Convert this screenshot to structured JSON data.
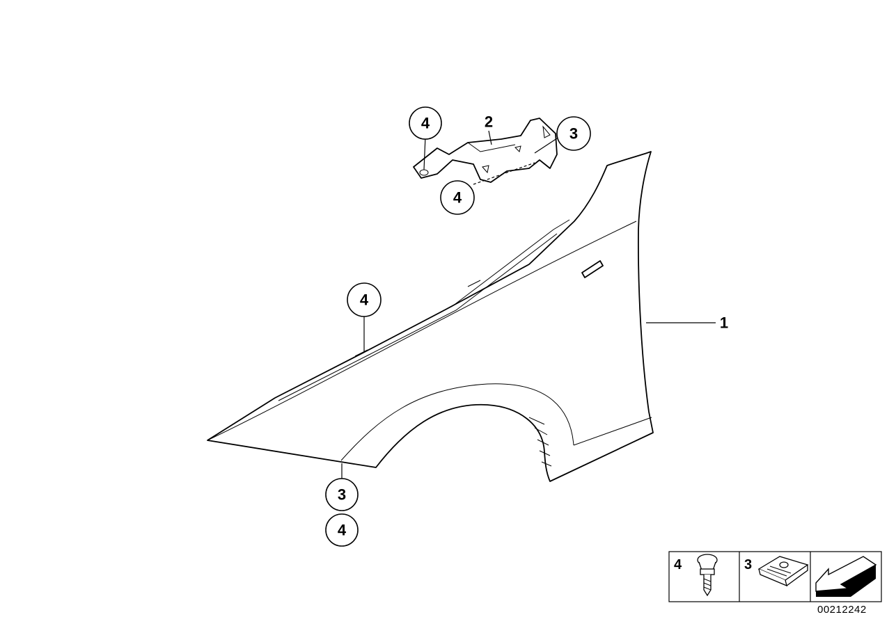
{
  "diagram": {
    "callouts": {
      "bracket_top_left": "4",
      "bracket_part": "2",
      "bracket_top_right": "3",
      "bracket_bottom": "4",
      "fender_edge": "4",
      "fender_part": "1",
      "fender_bottom_a": "3",
      "fender_bottom_b": "4"
    },
    "legend": {
      "screw_label": "4",
      "clip_label": "3"
    },
    "document_number": "00212242"
  }
}
